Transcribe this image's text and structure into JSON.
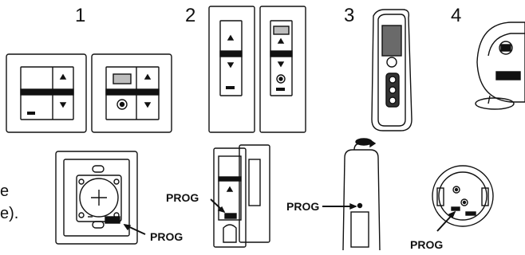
{
  "steps": {
    "step1": "1",
    "step2": "2",
    "step3": "3",
    "step4": "4"
  },
  "callouts": {
    "prog_switch": "PROG",
    "prog_wall_control": "PROG",
    "prog_remote": "PROG",
    "prog_sensor": "PROG"
  },
  "side_text": {
    "line1": "e",
    "line2": "e)."
  }
}
